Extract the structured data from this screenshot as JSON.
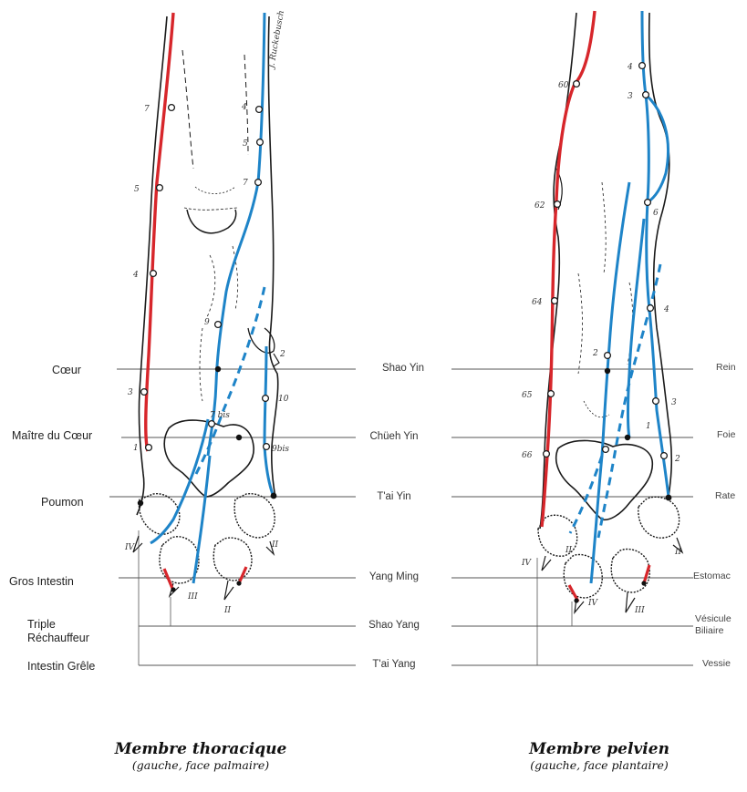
{
  "colors": {
    "yin_channel": "#1e84c8",
    "yang_channel": "#d7262b",
    "outline": "#1a1a1a",
    "reference_line": "#555555"
  },
  "left_labels": {
    "coeur": "Cœur",
    "maitre_du_coeur": "Maître du Cœur",
    "poumon": "Poumon",
    "gros_intestin": "Gros Intestin",
    "triple_1": "Triple",
    "triple_2": "Réchauffeur",
    "intestin_grele": "Intestin Grêle"
  },
  "middle_labels": {
    "shao_yin": "Shao Yin",
    "chueh_yin": "Chüeh Yin",
    "tai_yin": "T'ai Yin",
    "yang_ming": "Yang Ming",
    "shao_yang": "Shao Yang",
    "tai_yang": "T'ai Yang"
  },
  "right_labels": {
    "rein": "Rein",
    "foie": "Foie",
    "rate": "Rate",
    "estomac": "Estomac",
    "vesicule_1": "Vésicule",
    "vesicule_2": "Biliaire",
    "vessie": "Vessie"
  },
  "points": {
    "thoracic": {
      "yang": [
        "7",
        "5",
        "4",
        "3",
        "1"
      ],
      "yin": [
        "4",
        "5",
        "7",
        "9",
        "10",
        "9bis"
      ],
      "pericardium": "7 bis",
      "small": [
        "2"
      ],
      "toes": [
        "IV",
        "III",
        "II",
        "II"
      ]
    },
    "pelvic": {
      "yang": [
        "60",
        "62",
        "64",
        "65",
        "66"
      ],
      "yin": [
        "4",
        "3",
        "6",
        "4",
        "3",
        "2",
        "2"
      ],
      "small": [
        "1"
      ],
      "toes": [
        "IV",
        "IV",
        "III",
        "II",
        "II"
      ]
    }
  },
  "artist_signature": "J. Ruckebusch",
  "captions": {
    "thoracic_title": "Membre thoracique",
    "thoracic_sub": "(gauche, face palmaire)",
    "pelvic_title": "Membre pelvien",
    "pelvic_sub": "(gauche, face plantaire)"
  }
}
